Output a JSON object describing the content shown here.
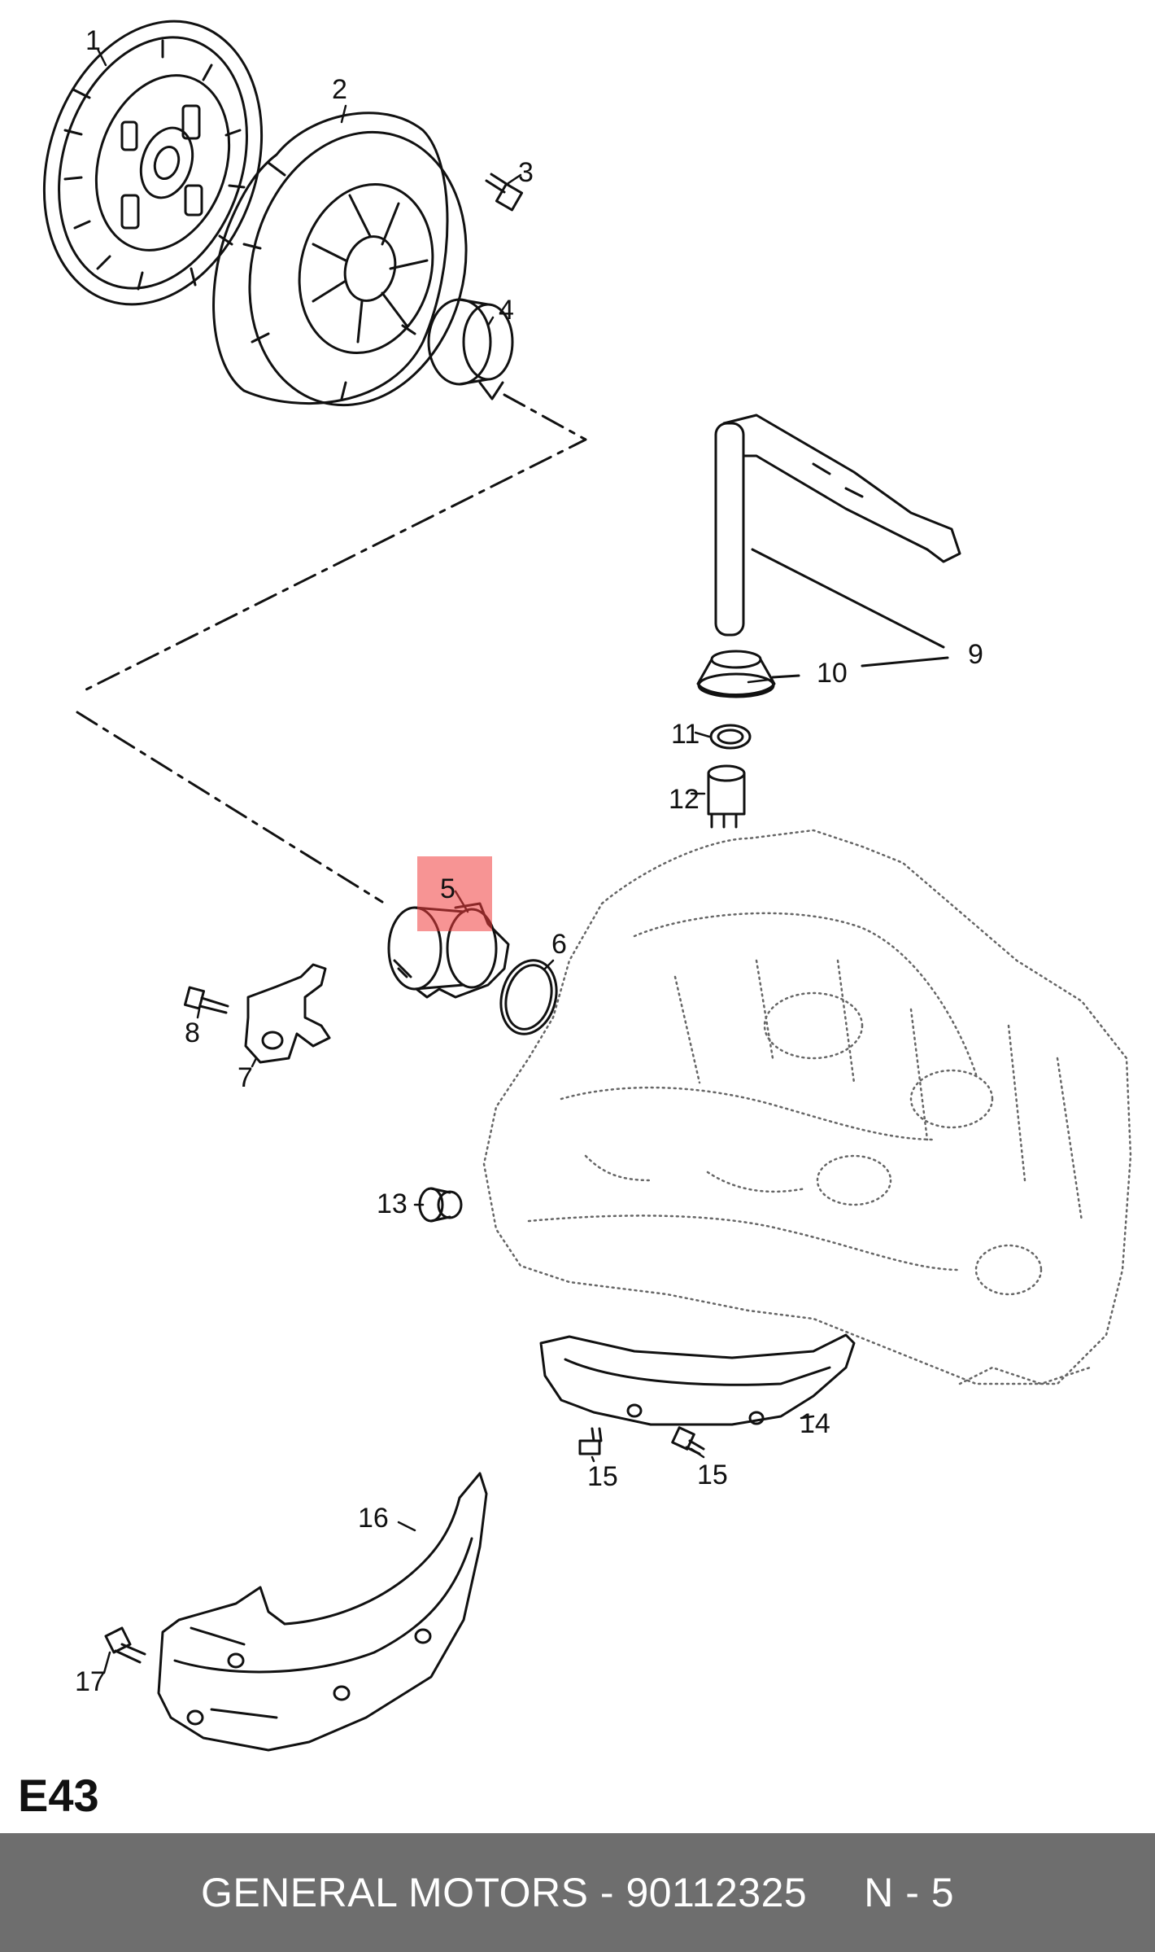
{
  "diagram": {
    "code": "E43",
    "highlighted_part": "5",
    "part_labels": [
      "1",
      "2",
      "3",
      "4",
      "5",
      "6",
      "7",
      "8",
      "9",
      "10",
      "11",
      "12",
      "13",
      "14",
      "15",
      "15",
      "16",
      "17"
    ]
  },
  "footer": {
    "brand": "GENERAL MOTORS",
    "separator": "-",
    "part_number": "90112325",
    "position": "N - 5"
  }
}
